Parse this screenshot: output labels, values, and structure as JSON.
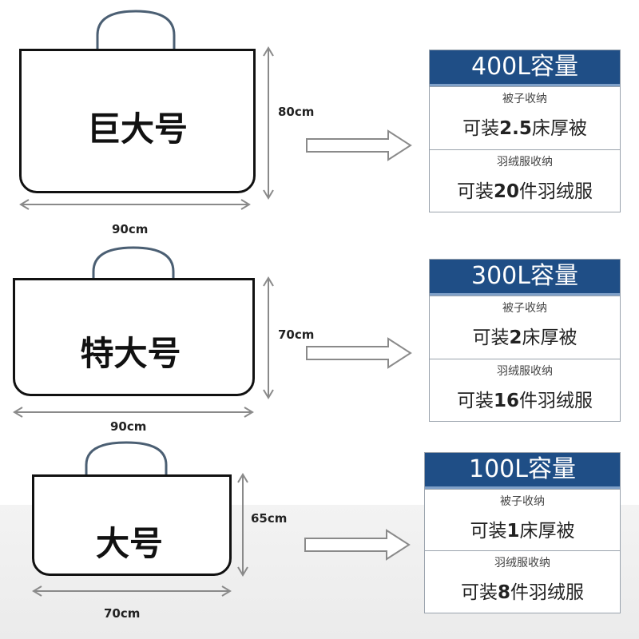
{
  "rows": [
    {
      "bag_label": "巨大号",
      "height_label": "80cm",
      "width_label": "90cm",
      "capacity": "400L容量",
      "quilt_caption": "被子收纳",
      "quilt_prefix": "可装",
      "quilt_num": "2.5",
      "quilt_suffix": "床厚被",
      "down_caption": "羽绒服收纳",
      "down_prefix": "可装",
      "down_num": "20",
      "down_suffix": "件羽绒服"
    },
    {
      "bag_label": "特大号",
      "height_label": "70cm",
      "width_label": "90cm",
      "capacity": "300L容量",
      "quilt_caption": "被子收纳",
      "quilt_prefix": "可装",
      "quilt_num": "2",
      "quilt_suffix": "床厚被",
      "down_caption": "羽绒服收纳",
      "down_prefix": "可装",
      "down_num": "16",
      "down_suffix": "件羽绒服"
    },
    {
      "bag_label": "大号",
      "height_label": "65cm",
      "width_label": "70cm",
      "capacity": "100L容量",
      "quilt_caption": "被子收纳",
      "quilt_prefix": "可装",
      "quilt_num": "1",
      "quilt_suffix": "床厚被",
      "down_caption": "羽绒服收纳",
      "down_prefix": "可装",
      "down_num": "8",
      "down_suffix": "件羽绒服"
    }
  ],
  "colors": {
    "header_blue": "#1f4e86",
    "handle_blue": "#4a86c6",
    "handle_line": "#4b5f73",
    "dimension_line": "#8a8a8a"
  }
}
